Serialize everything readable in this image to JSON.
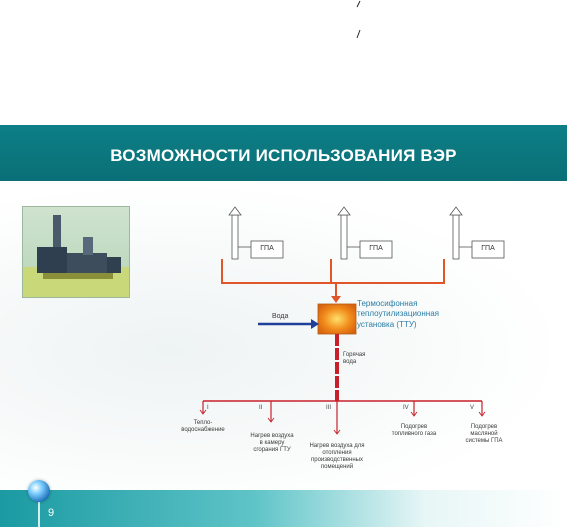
{
  "header": {
    "title": "ВОЗМОЖНОСТИ ИСПОЛЬЗОВАНИЯ ВЭР"
  },
  "footer": {
    "page_number": "9"
  },
  "diagram": {
    "gpa_units": [
      {
        "label": "ГПА"
      },
      {
        "label": "ГПА"
      },
      {
        "label": "ГПА"
      }
    ],
    "ttu_label": "Термосифонная теплоутилизационная установка (ТТУ)",
    "water_in_label": "Вода",
    "hot_water_label": "Горячая вода",
    "consumers": [
      {
        "numeral": "I",
        "label": "Тепло-водоснабжение"
      },
      {
        "numeral": "II",
        "label": "Нагрев воздуха в камеру сгорания ГТУ"
      },
      {
        "numeral": "III",
        "label": "Нагрев воздуха для отопления производственных помещений"
      },
      {
        "numeral": "IV",
        "label": "Подогрев топливного газа"
      },
      {
        "numeral": "V",
        "label": "Подогрев масляной системы ГПА"
      }
    ],
    "colors": {
      "exhaust_line": "#e0562a",
      "hot_water_line": "#c8202a",
      "water_in_arrow": "#1f3f9a",
      "ttu_box": "#f08a1a",
      "chimney": "#ffffff"
    }
  },
  "icons": {
    "globe": "globe-icon",
    "plant": "gas-plant-photo"
  }
}
